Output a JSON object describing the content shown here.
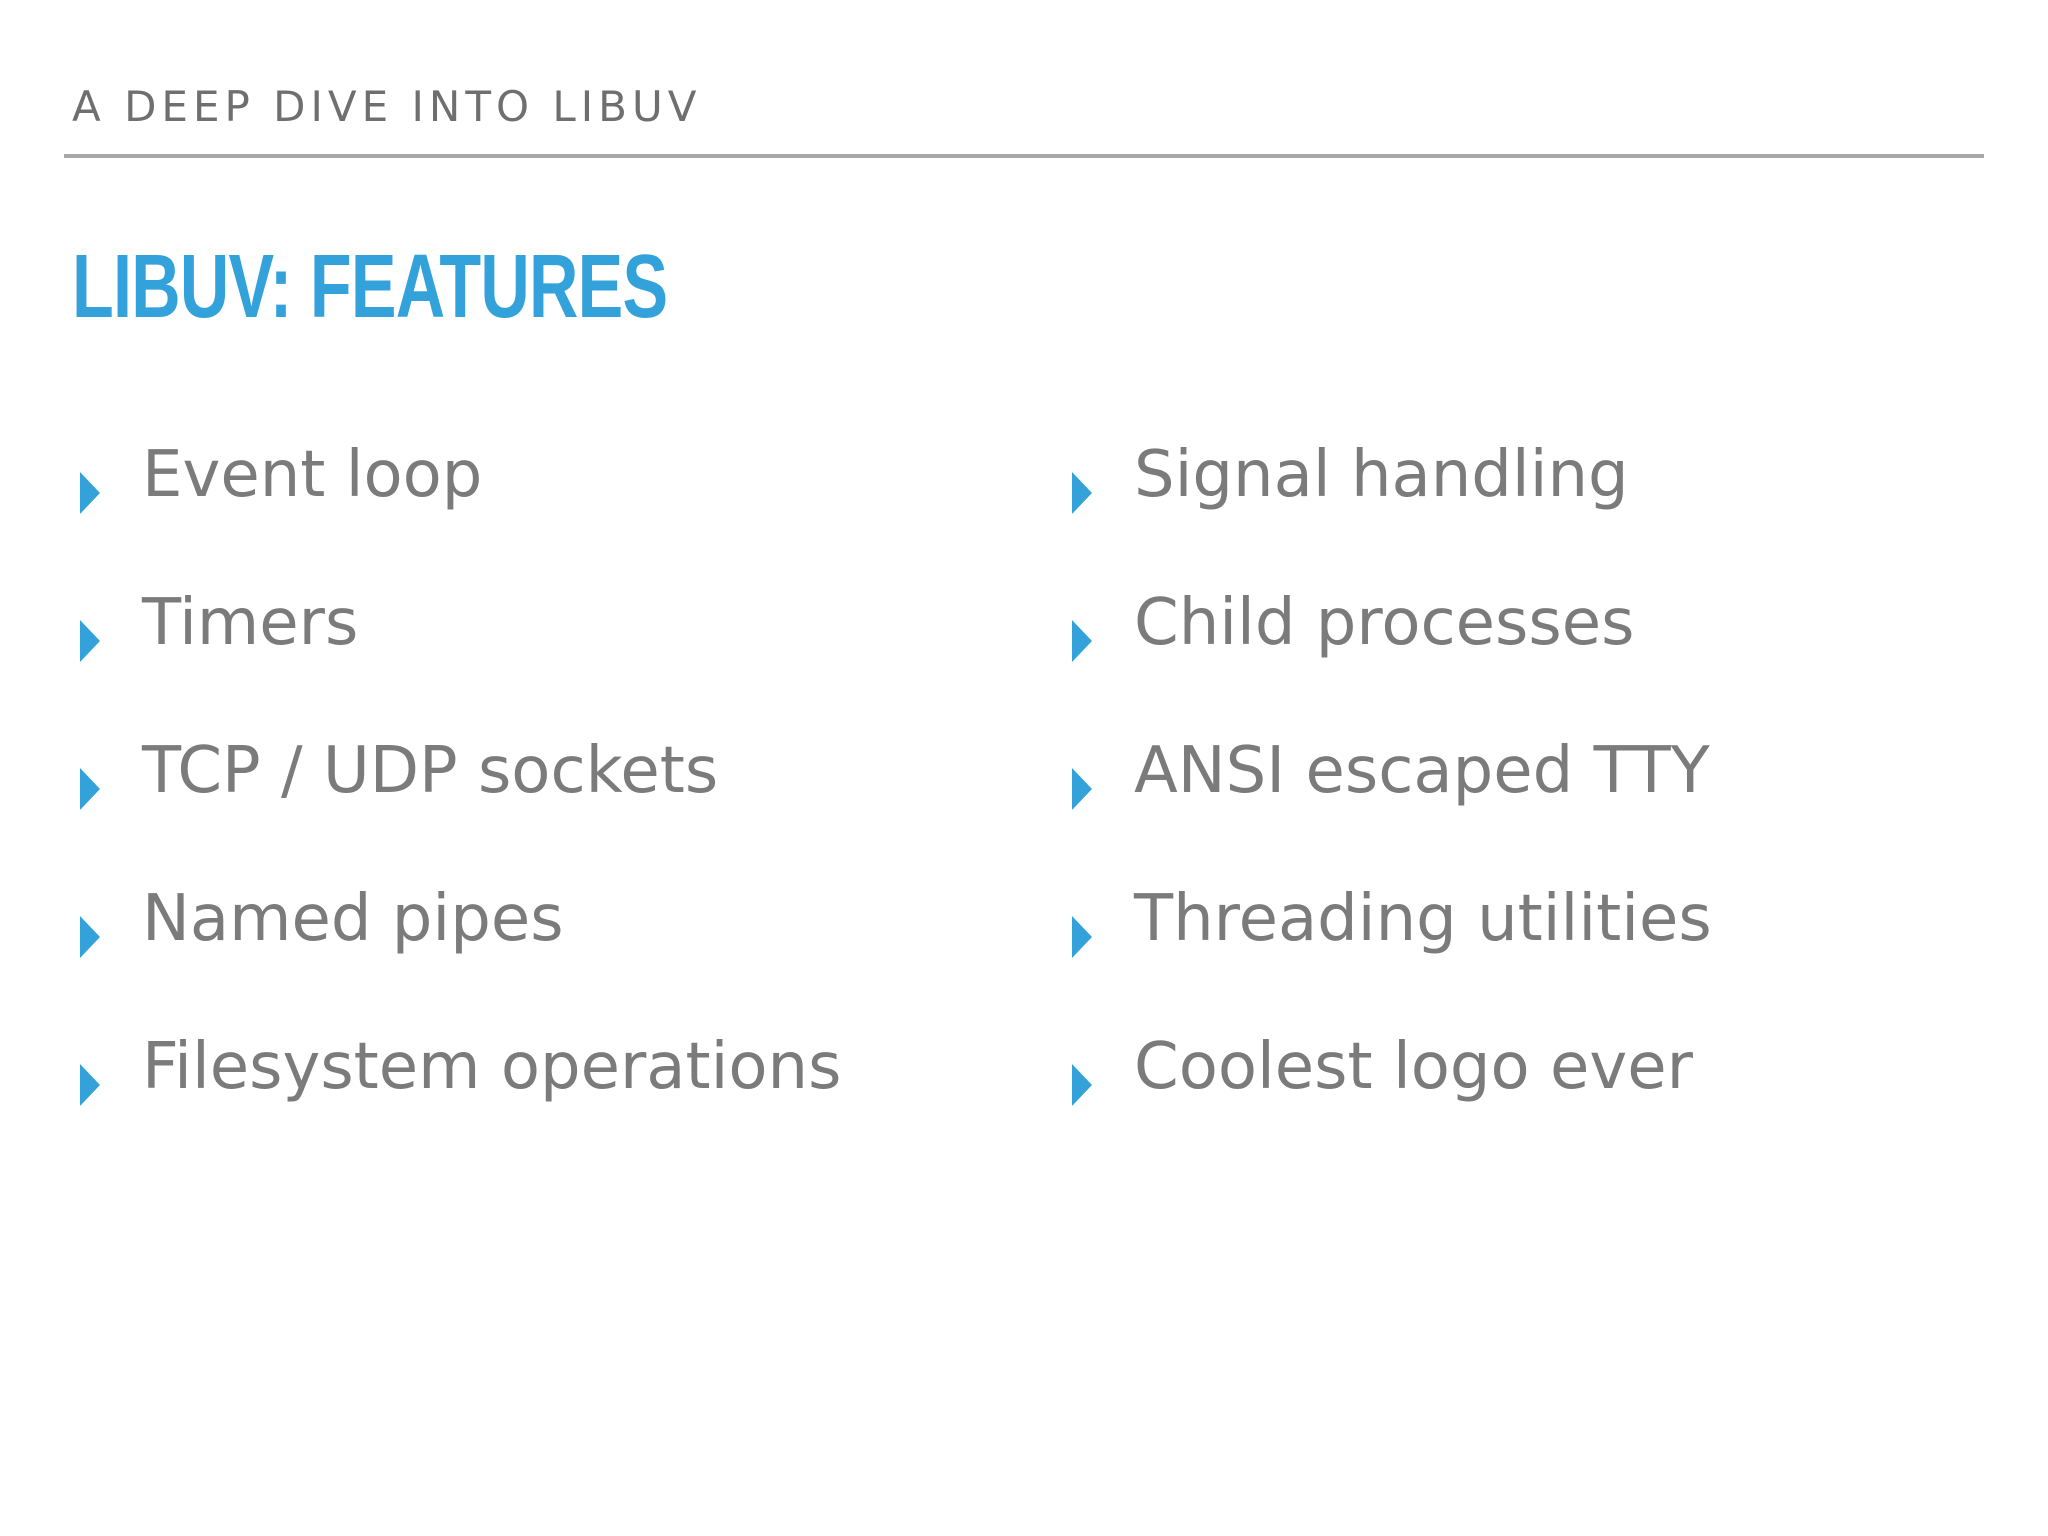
{
  "slide": {
    "header": "A DEEP DIVE INTO LIBUV",
    "title": "LIBUV: FEATURES",
    "accent_color": "#34a2da",
    "text_color": "#7b7b7b",
    "bullet_icon": "triangle-right-icon",
    "left_column": [
      {
        "label": "Event loop"
      },
      {
        "label": "Timers"
      },
      {
        "label": "TCP / UDP sockets"
      },
      {
        "label": "Named pipes"
      },
      {
        "label": "Filesystem operations"
      }
    ],
    "right_column": [
      {
        "label": "Signal handling"
      },
      {
        "label": "Child processes"
      },
      {
        "label": "ANSI escaped TTY"
      },
      {
        "label": "Threading utilities"
      },
      {
        "label": "Coolest logo ever"
      }
    ]
  }
}
